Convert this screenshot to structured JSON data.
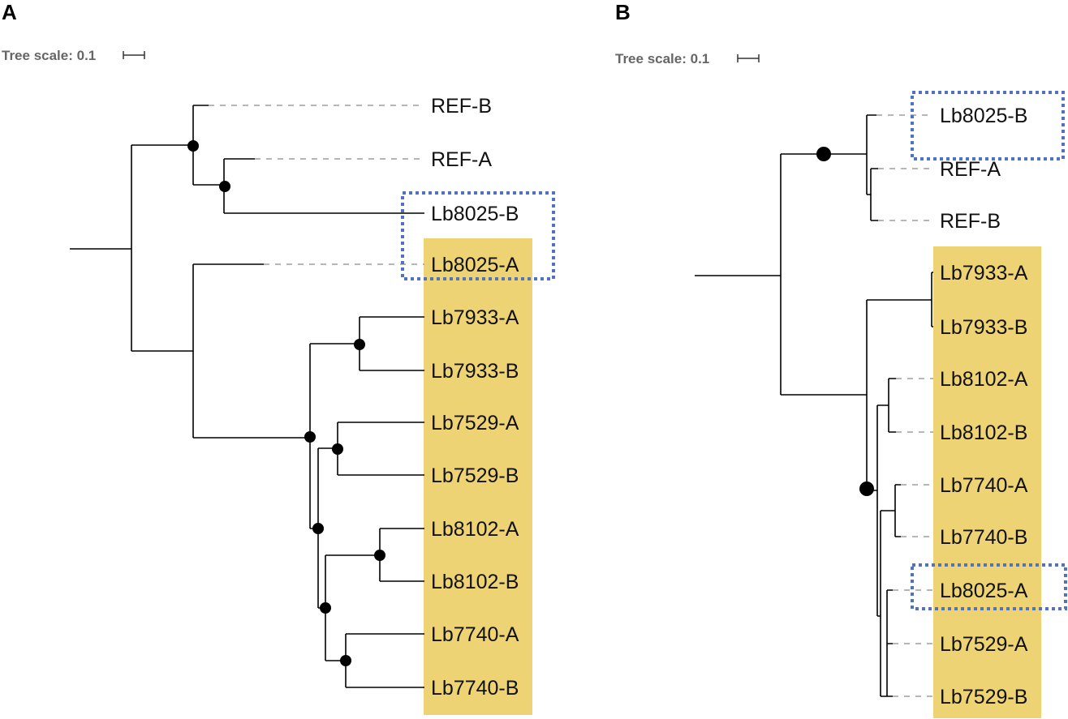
{
  "panel_a": {
    "letter": "A",
    "tree_scale_label": "Tree scale: 0.1",
    "highlight_color": "#edd373",
    "box_color": "#4f73bf",
    "leaves": [
      "REF-B",
      "REF-A",
      "Lb8025-B",
      "Lb8025-A",
      "Lb7933-A",
      "Lb7933-B",
      "Lb7529-A",
      "Lb7529-B",
      "Lb8102-A",
      "Lb8102-B",
      "Lb7740-A",
      "Lb7740-B"
    ]
  },
  "panel_b": {
    "letter": "B",
    "tree_scale_label": "Tree scale: 0.1",
    "highlight_color": "#edd373",
    "box_color": "#4f73bf",
    "leaves": [
      "Lb8025-B",
      "REF-A",
      "REF-B",
      "Lb7933-A",
      "Lb7933-B",
      "Lb8102-A",
      "Lb8102-B",
      "Lb7740-A",
      "Lb7740-B",
      "Lb8025-A",
      "Lb7529-A",
      "Lb7529-B"
    ]
  }
}
